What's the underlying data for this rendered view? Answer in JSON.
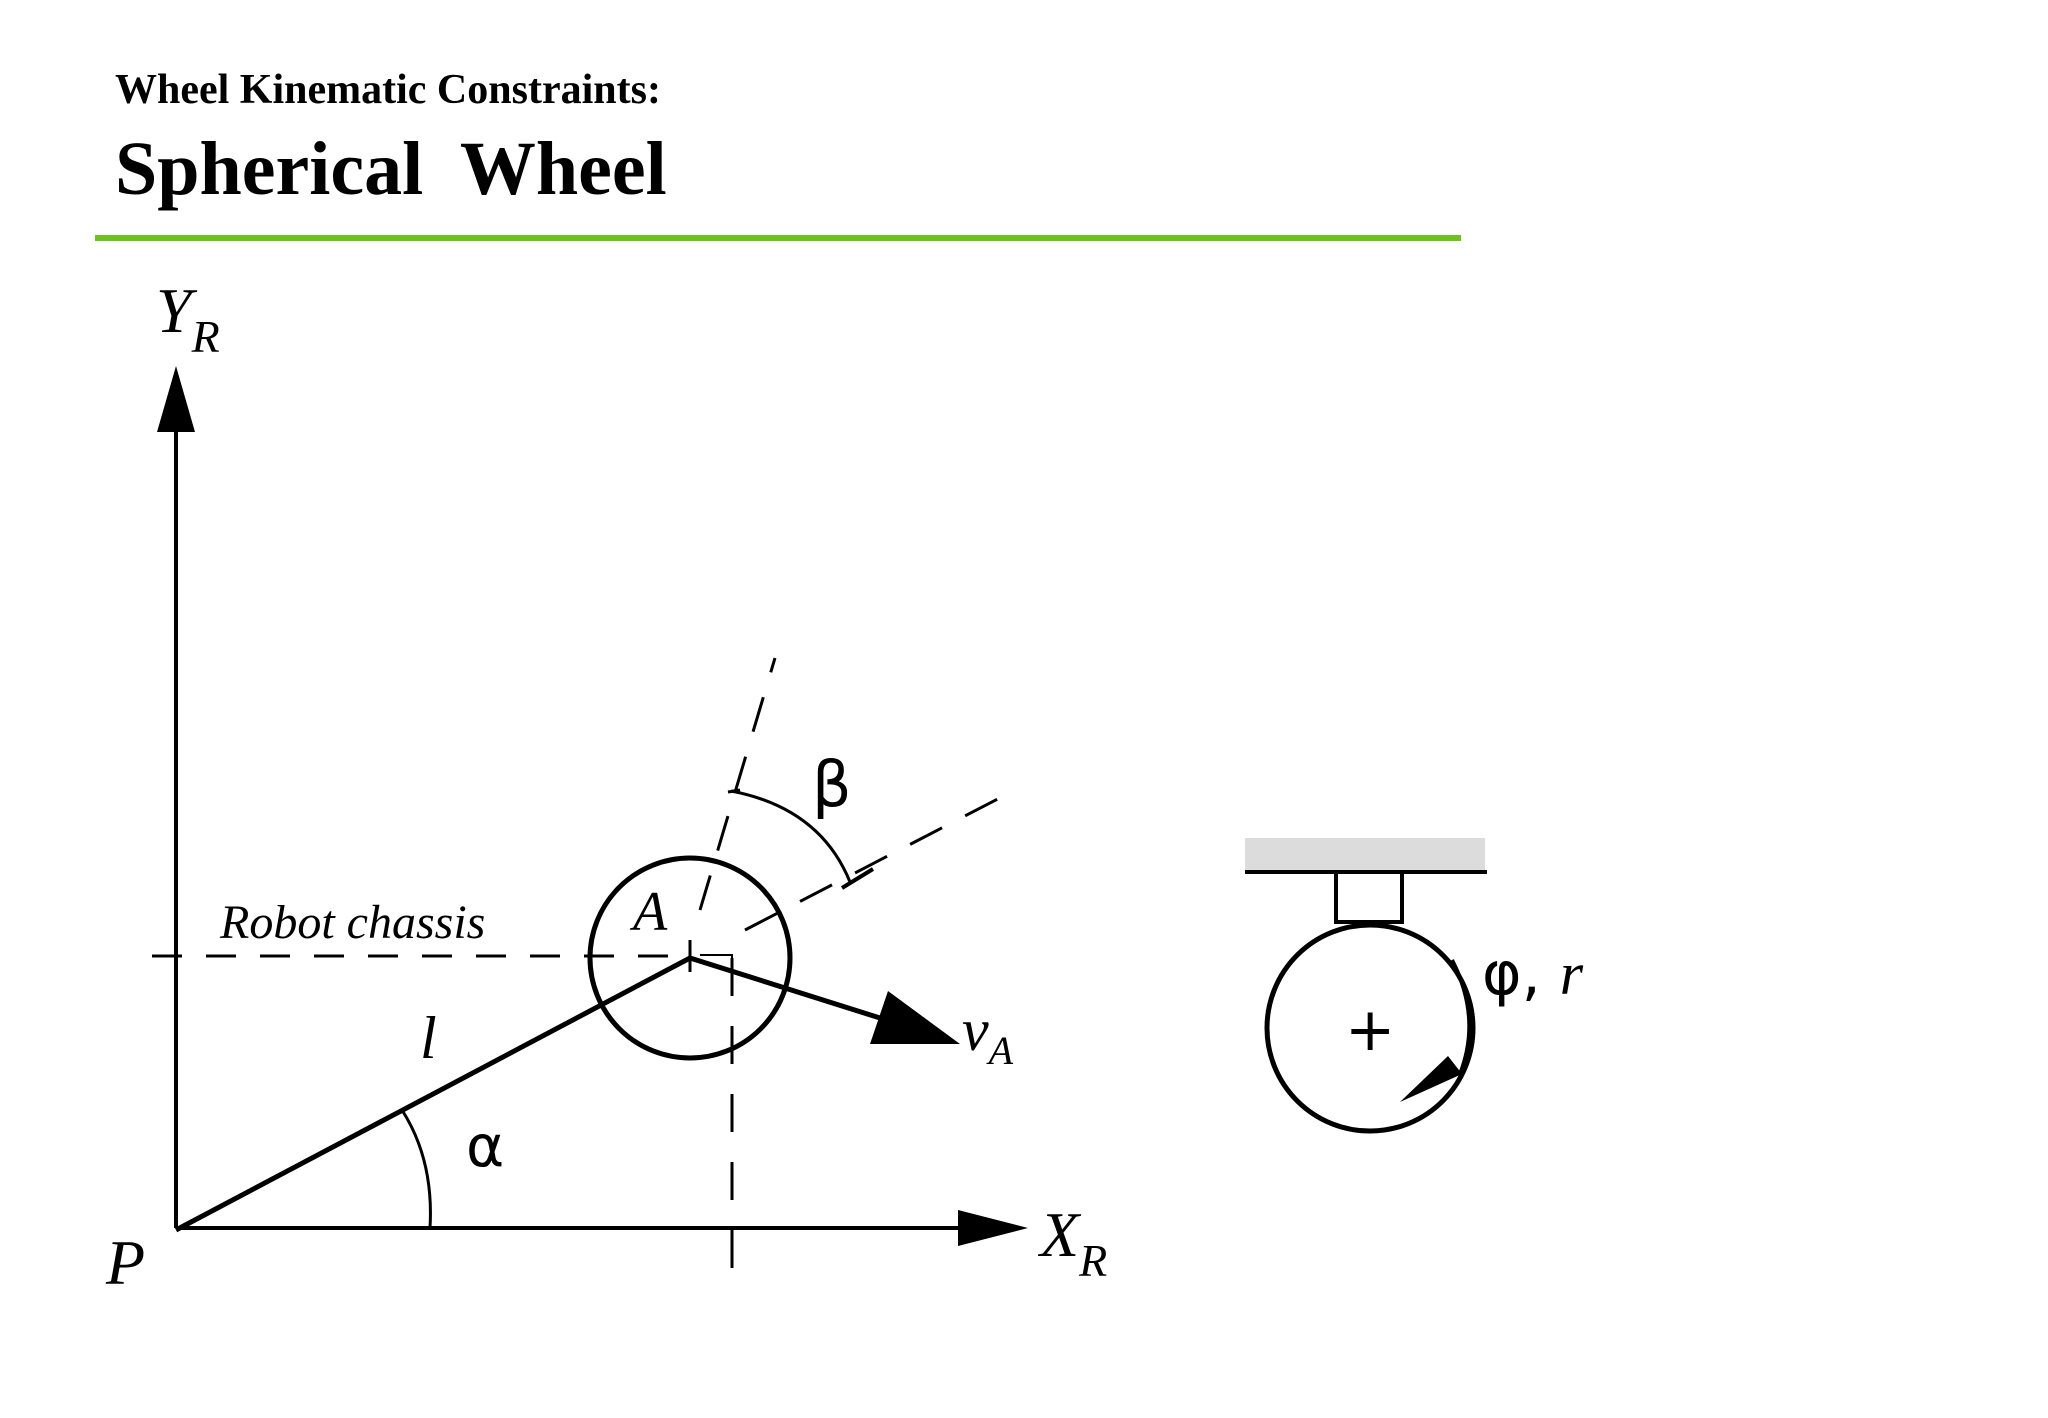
{
  "header": {
    "subtitle": "Wheel Kinematic Constraints:",
    "title": "Spherical  Wheel",
    "rule_color": "#6cc31e"
  },
  "diagram": {
    "labels": {
      "y_axis": "Y",
      "y_axis_sub": "R",
      "x_axis": "X",
      "x_axis_sub": "R",
      "origin": "P",
      "point_a": "A",
      "length": "l",
      "alpha": "α",
      "beta": "β",
      "velocity": "v",
      "velocity_sub": "A",
      "chassis": "Robot chassis",
      "rotation_phi": "φ, ",
      "rotation_r": "r",
      "center_mark": "+"
    },
    "colors": {
      "stroke": "#000000",
      "mount_fill": "#dcdcdc"
    }
  }
}
